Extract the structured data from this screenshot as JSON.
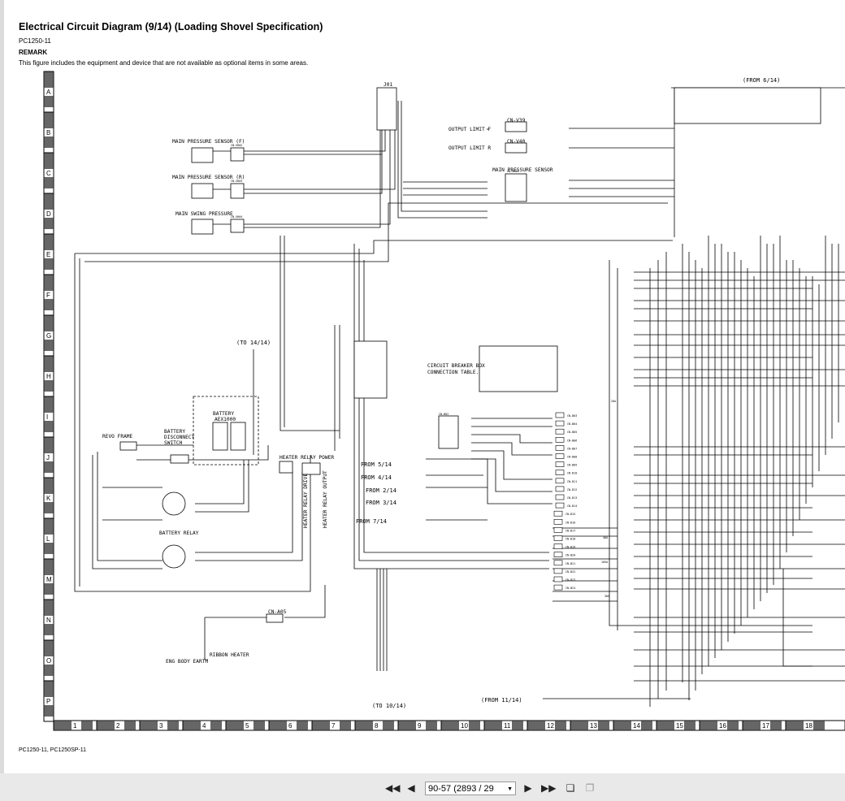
{
  "document": {
    "title": "Electrical Circuit Diagram (9/14) (Loading Shovel Specification)",
    "model": "PC1250-11",
    "remark_label": "REMARK",
    "remark_text": "This figure includes the equipment and device that are not available as optional items in some areas.",
    "footer": "PC1250-11, PC1250SP-11"
  },
  "grid": {
    "rows": [
      "A",
      "B",
      "C",
      "D",
      "E",
      "F",
      "G",
      "H",
      "I",
      "J",
      "K",
      "L",
      "M",
      "N",
      "O",
      "P"
    ],
    "columns": [
      "1",
      "2",
      "3",
      "4",
      "5",
      "6",
      "7",
      "8",
      "9",
      "10",
      "11",
      "12",
      "13",
      "14",
      "15",
      "16",
      "17",
      "18"
    ]
  },
  "diagram": {
    "from_6": "(FROM 6/14)",
    "connector_j01": "J01",
    "output_limit_f": "OUTPUT LIMIT F",
    "output_limit_r": "OUTPUT LIMIT R",
    "cn_v39": "CN-V39",
    "cn_v40": "CN-V40",
    "main_pressure_sensor_f": "MAIN PRESSURE SENSOR (F)",
    "main_pressure_sensor_r": "MAIN PRESSURE SENSOR (R)",
    "main_swing_pressure": "MAIN SWING PRESSURE",
    "main_pressure_sensor": "MAIN PRESSURE SENSOR",
    "cn_vh02": "CN-VH02",
    "cn_vh03": "CN-VH03",
    "cn_vh04": "CN-VH04",
    "cn_vh01": "CN-VH01",
    "to_14": "(TO 14/14)",
    "circuit_breaker_box": "CIRCUIT BREAKER BOX",
    "connection_table": "CONNECTION TABLE.",
    "battery": "BATTERY",
    "battery_model": "AEX1000",
    "battery_disconnect": "BATTERY",
    "disconnect": "DISCONNECT",
    "switch": "SWITCH",
    "revo_frame": "REVO FRAME",
    "battery_relay": "BATTERY RELAY",
    "heater_relay_power": "HEATER RELAY POWER",
    "heater_relay_drive": "HEATER RELAY DRIVE",
    "heater_relay_output": "HEATER RELAY OUTPUT",
    "from_5": "FROM 5/14",
    "from_4": "FROM 4/14",
    "from_2": "FROM 2/14",
    "from_3": "FROM 3/14",
    "from_7": "FROM 7/14",
    "cn_a05": "CN-A05",
    "ribbon_heater": "RIBBON HEATER",
    "eng_body_earth": "ENG BODY EARTH",
    "to_10": "(TO 10/14)",
    "from_11": "(FROM 11/14)",
    "cn_b02": "CN-B02",
    "breaker_connectors": [
      "CN-B03",
      "CN-B04",
      "CN-B05",
      "CN-B06",
      "CN-B07",
      "CN-B08",
      "CN-B09",
      "CN-B10",
      "CN-B11",
      "CN-B12",
      "CN-B13",
      "CN-B14",
      "CN-B15",
      "CN-B16",
      "CN-B17",
      "CN-B18",
      "CN-B19",
      "CN-B20",
      "CN-B21",
      "CN-B22",
      "CN-B23",
      "CN-B24"
    ],
    "amp_20a": "20A",
    "amp_40a": "40A",
    "amp_105a": "105A",
    "amp_30a": "30A"
  },
  "toolbar": {
    "page_display": "90-57 (2893 / 29",
    "first_page_icon": "first-page-icon",
    "prev_page_icon": "prev-page-icon",
    "next_page_icon": "next-page-icon",
    "last_page_icon": "last-page-icon"
  }
}
